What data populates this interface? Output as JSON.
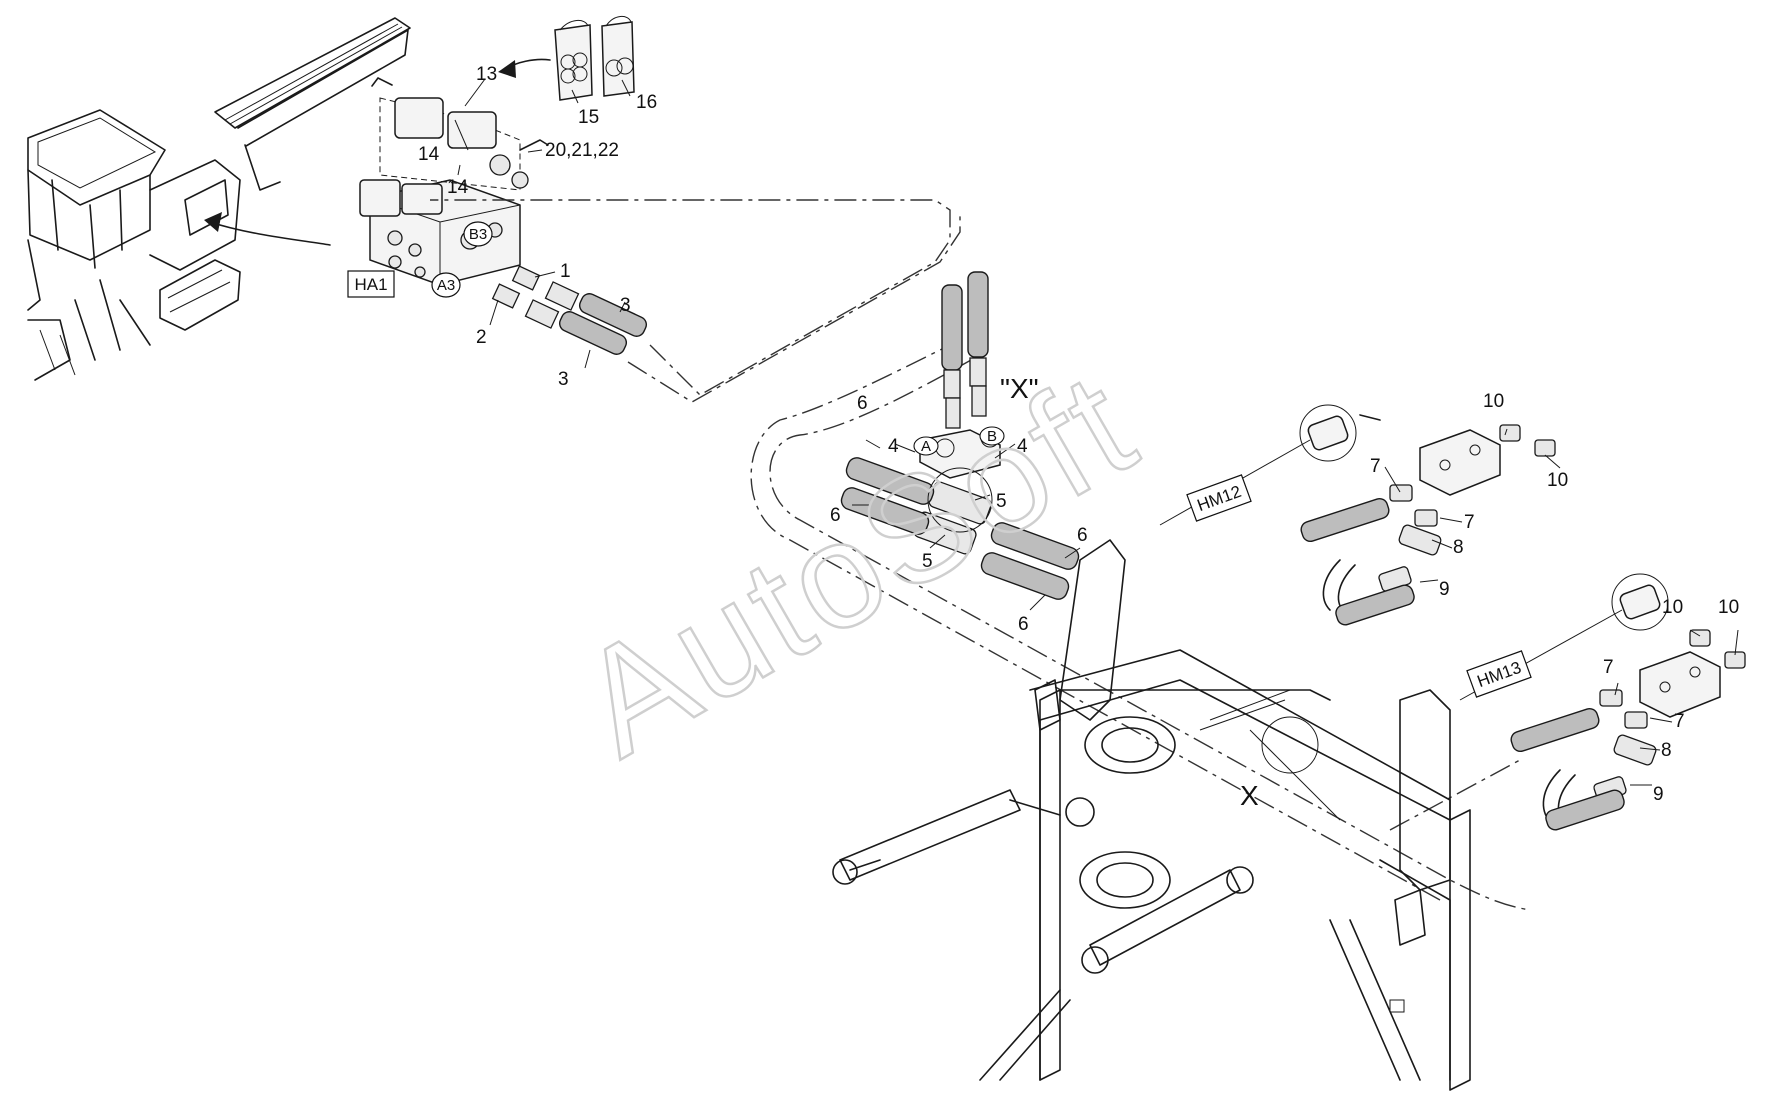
{
  "watermark": "AutoSoft",
  "detail_label": "\"X\"",
  "detail_marker": "X",
  "component_boxes": {
    "ha1": "HA1",
    "hm12": "HM12",
    "hm13": "HM13"
  },
  "port_labels": {
    "a3": "A3",
    "b3": "B3",
    "a": "A",
    "b": "B"
  },
  "callouts": {
    "c1": "1",
    "c2": "2",
    "c3a": "3",
    "c3b": "3",
    "c4a": "4",
    "c4b": "4",
    "c5a": "5",
    "c5b": "5",
    "c6a": "6",
    "c6b": "6",
    "c6c": "6",
    "c6d": "6",
    "c7a": "7",
    "c7b": "7",
    "c7c": "7",
    "c7d": "7",
    "c8a": "8",
    "c8b": "8",
    "c9a": "9",
    "c9b": "9",
    "c10a": "10",
    "c10b": "10",
    "c10c": "10",
    "c10d": "10",
    "c13": "13",
    "c14a": "14",
    "c14b": "14",
    "c15": "15",
    "c16": "16",
    "c20": "20,21,22"
  }
}
